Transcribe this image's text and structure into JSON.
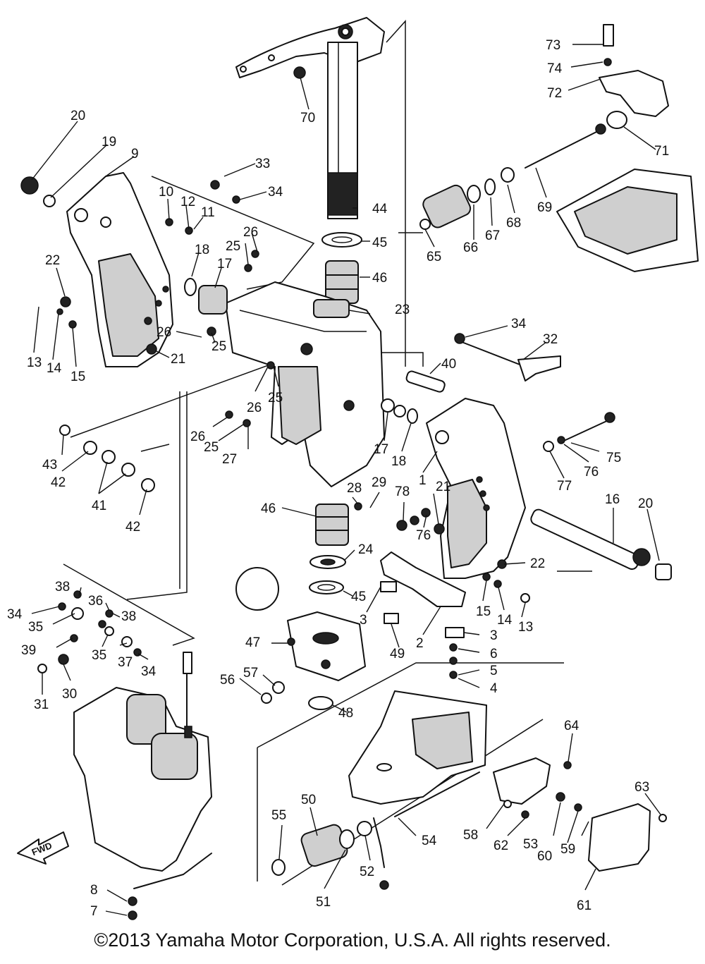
{
  "diagram": {
    "copyright": "©2013 Yamaha Motor Corporation, U.S.A. All rights reserved.",
    "fwd_label": "FWD",
    "part_labels": [
      "73",
      "74",
      "72",
      "70",
      "71",
      "69",
      "20",
      "19",
      "9",
      "33",
      "34",
      "10",
      "12",
      "11",
      "44",
      "45",
      "46",
      "65",
      "66",
      "67",
      "68",
      "26",
      "25",
      "18",
      "17",
      "22",
      "23",
      "13",
      "14",
      "15",
      "21",
      "26",
      "25",
      "34",
      "32",
      "40",
      "43",
      "42",
      "41",
      "42",
      "27",
      "26",
      "25",
      "26",
      "25",
      "17",
      "18",
      "1",
      "75",
      "76",
      "77",
      "16",
      "20",
      "28",
      "29",
      "78",
      "21",
      "76",
      "46",
      "24",
      "45",
      "22",
      "15",
      "14",
      "13",
      "3",
      "2",
      "3",
      "6",
      "5",
      "4",
      "47",
      "49",
      "48",
      "56",
      "57",
      "38",
      "34",
      "35",
      "36",
      "38",
      "39",
      "35",
      "37",
      "34",
      "30",
      "31",
      "64",
      "63",
      "50",
      "55",
      "51",
      "52",
      "54",
      "58",
      "62",
      "53",
      "60",
      "59",
      "61",
      "8",
      "7"
    ]
  }
}
